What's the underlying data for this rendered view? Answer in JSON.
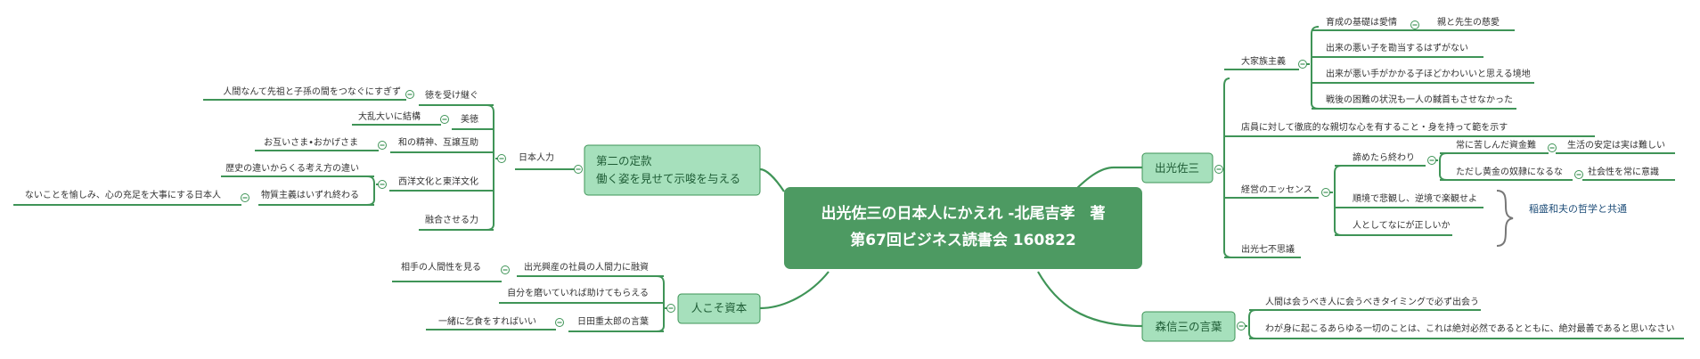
{
  "central": {
    "line1": "出光佐三の日本人にかえれ -北尾吉孝　著",
    "line2": "第67回ビジネス読書会 160822"
  },
  "right_top": {
    "label": "出光佐三",
    "family": {
      "label": "大家族主義",
      "items": [
        {
          "text": "育成の基礎は愛情",
          "child": "親と先生の慈愛"
        },
        {
          "text": "出来の悪い子を勘当するはずがない"
        },
        {
          "text": "出来が悪い手がかかる子ほどかわいいと思える境地"
        },
        {
          "text": "戦後の困難の状況も一人の馘首もさせなかった"
        }
      ]
    },
    "store": "店員に対して徹底的な親切な心を有すること・身を持って範を示す",
    "essence": {
      "label": "経営のエッセンス",
      "never_quit": {
        "label": "諦めたら終わり",
        "items": [
          {
            "text": "常に苦しんだ資金難",
            "child": "生活の安定は実は難しい"
          },
          {
            "text": "ただし黄金の奴隷になるな",
            "child": "社会性を常に意識"
          }
        ]
      },
      "adversity": "順境で悲観し、逆境で楽観せよ",
      "right_way": "人としてなにが正しいか",
      "summary": "稲盛和夫の哲学と共通"
    },
    "seven": "出光七不思議"
  },
  "right_bottom": {
    "label": "森信三の言葉",
    "items": [
      "人間は会うべき人に会うべきタイミングで必ず出会う",
      "わが身に起こるあらゆる一切のことは、これは絶対必然であるとともに、絶対最善であると思いなさい"
    ]
  },
  "left_top": {
    "label_line1": "第二の定款",
    "label_line2": "働く姿を見せて示唆を与える",
    "japanese_power": {
      "label": "日本人力",
      "items": [
        {
          "text": "徳を受け継ぐ",
          "child": "人間なんて先祖と子孫の間をつなぐにすぎず"
        },
        {
          "text": "美徳",
          "child": "大乱大いに結構"
        },
        {
          "text": "和の精神、互譲互助",
          "child": "お互いさま•おかげさま"
        },
        {
          "text": "西洋文化と東洋文化",
          "children": [
            {
              "text": "歴史の違いからくる考え方の違い"
            },
            {
              "text": "物質主義はいずれ終わる",
              "child": "ないことを愉しみ、心の充足を大事にする日本人"
            }
          ]
        },
        {
          "text": "融合させる力"
        }
      ]
    }
  },
  "left_bottom": {
    "label": "人こそ資本",
    "items": [
      {
        "text": "出光興産の社員の人間力に融資",
        "child": "相手の人間性を見る"
      },
      {
        "text": "自分を磨いていれば助けてもらえる"
      },
      {
        "text": "日田重太郎の言葉",
        "child": "一緒に乞食をすればいい"
      }
    ]
  },
  "colors": {
    "central_fill": "#4d9a62",
    "topic_fill": "#a6e0bc",
    "topic_border": "#3f9457",
    "line": "#3f9457"
  }
}
